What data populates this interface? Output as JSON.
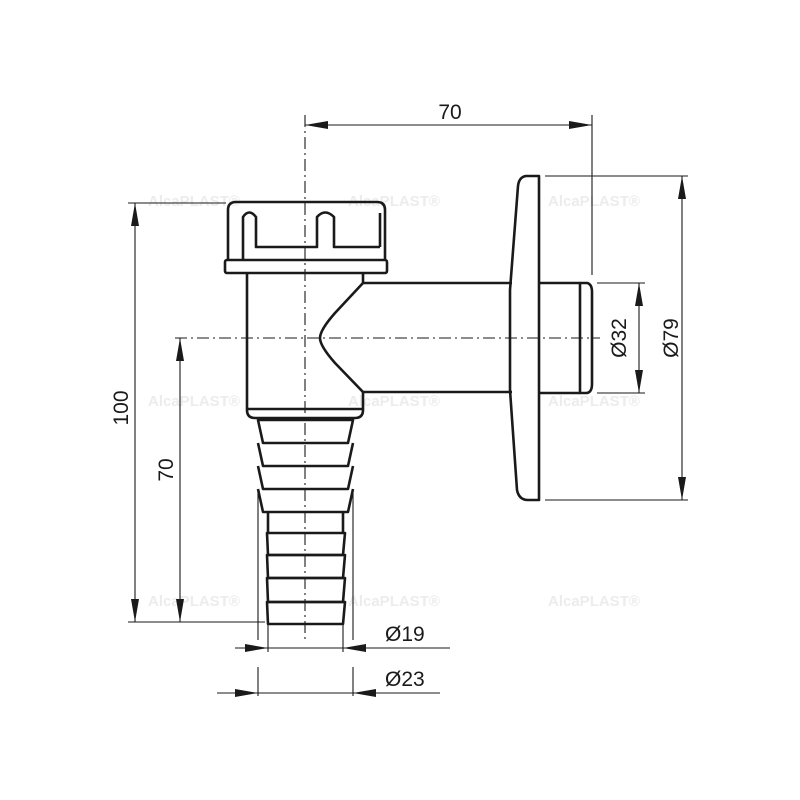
{
  "watermark": "AlcaPLAST®",
  "dimensions": {
    "arm_length": "70",
    "total_height": "100",
    "outlet_height": "70",
    "stub_diameter": "Ø32",
    "rosette_diameter": "Ø79",
    "hose_inner_diameter": "Ø19",
    "hose_outer_diameter": "Ø23"
  },
  "colors": {
    "line": "#1a1a1a",
    "watermark": "#ececec"
  }
}
